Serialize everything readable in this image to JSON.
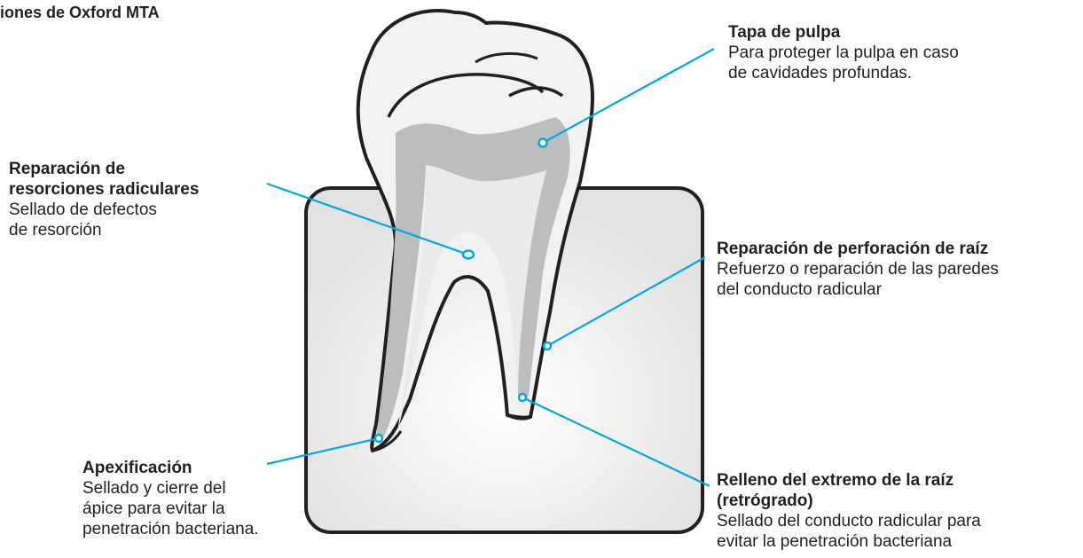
{
  "header": {
    "title": "iones de Oxford MTA"
  },
  "colors": {
    "leader": "#00a8e1",
    "outline": "#231f20",
    "pulp": "#bcbdbf",
    "dentin": "#e9eaeb",
    "bone": "#e6e6e6"
  },
  "labels": {
    "pulp_cap": {
      "title": "Tapa de pulpa",
      "desc": [
        "Para proteger la pulpa en caso",
        "de cavidades profundas."
      ]
    },
    "resorption": {
      "title": [
        "Reparación de",
        "resorciones radiculares"
      ],
      "desc": [
        "Sellado de defectos",
        "de resorción"
      ]
    },
    "perforation": {
      "title": "Reparación de perforación de raíz",
      "desc": [
        "Refuerzo o reparación de las paredes",
        "del conducto radicular"
      ]
    },
    "apexification": {
      "title": "Apexificación",
      "desc": [
        "Sellado y cierre del",
        "ápice para evitar la",
        "penetración bacteriana."
      ]
    },
    "root_end": {
      "title": [
        "Relleno del extremo de la raíz",
        "(retrógrado)"
      ],
      "desc": [
        "Sellado del conducto radicular para",
        "evitar la penetración bacteriana"
      ]
    }
  }
}
